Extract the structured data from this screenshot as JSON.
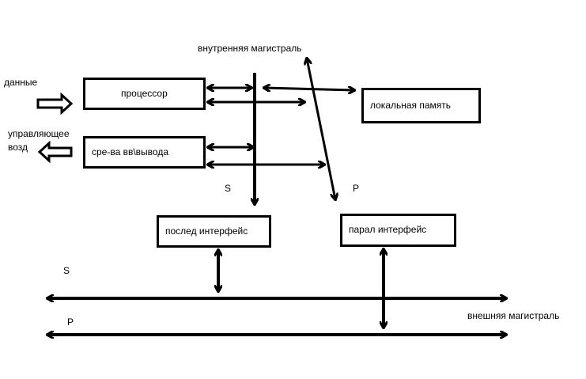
{
  "labels": {
    "internal_bus": "внутренняя магистраль",
    "external_bus": "внешняя магистраль",
    "data": "данные",
    "control_line1": "управляющее",
    "control_line2": "возд",
    "s_top": "S",
    "p_top": "P",
    "s_bus": "S",
    "p_bus": "P"
  },
  "blocks": {
    "processor": "процессор",
    "io": "сре-ва вв\\вывода",
    "local_memory": "локальная память",
    "serial_interface": "послед интерфейс",
    "parallel_interface": "парал интерфейс"
  },
  "colors": {
    "stroke": "#000000",
    "background": "#ffffff"
  }
}
